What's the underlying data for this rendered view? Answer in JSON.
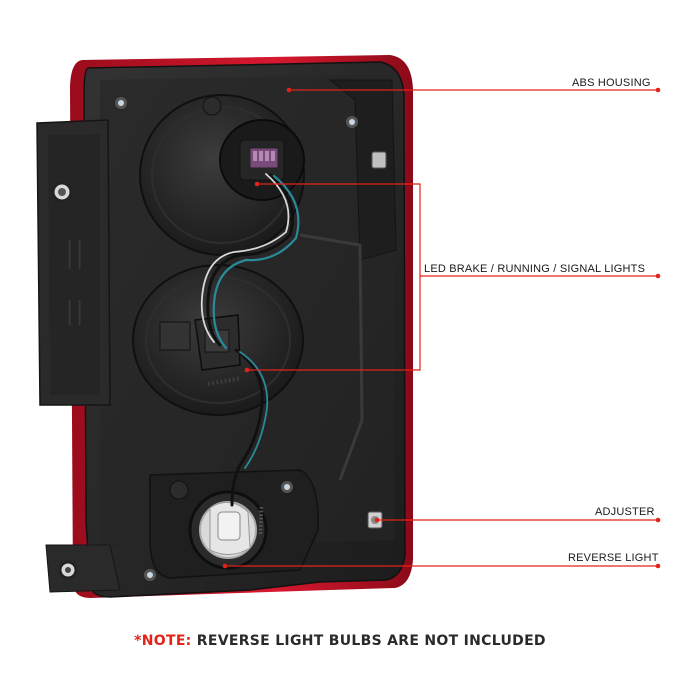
{
  "callouts": {
    "abs_housing": "ABS HOUSING",
    "led_lights": "LED BRAKE / RUNNING / SIGNAL LIGHTS",
    "adjuster": "ADJUSTER",
    "reverse_light": "REVERSE LIGHT"
  },
  "note": {
    "prefix": "*NOTE:",
    "text": "REVERSE LIGHT BULBS ARE NOT INCLUDED"
  },
  "colors": {
    "accent": "#e2231a",
    "housing": "#2b2b2b",
    "lens_red": "#c8102e"
  }
}
